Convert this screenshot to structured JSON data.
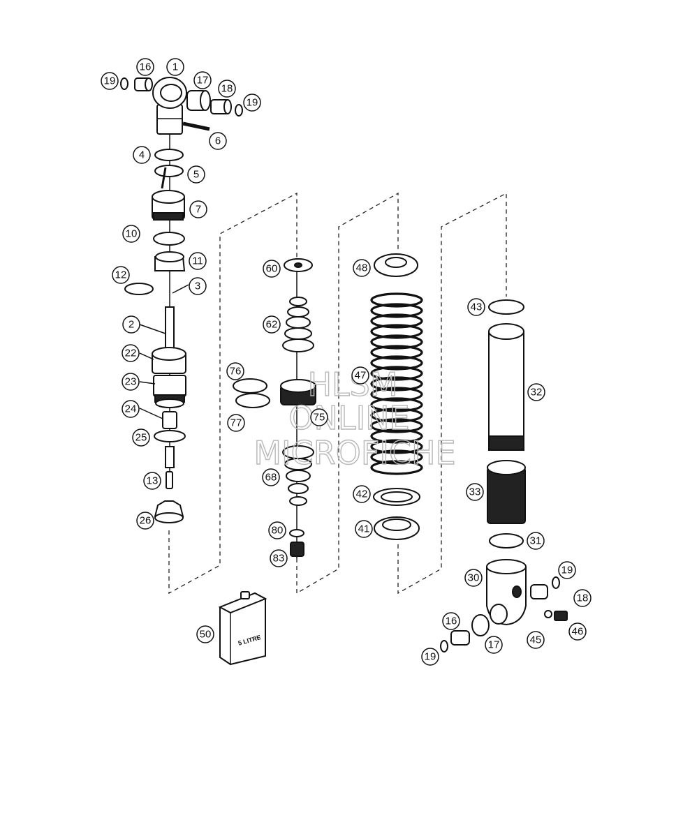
{
  "watermark": {
    "line1": "HLSM",
    "line2": "ONLINE",
    "line3": "MICROFICHE"
  },
  "can_label": "5 LITRE",
  "callouts": {
    "c1": "1",
    "c2": "2",
    "c3": "3",
    "c4": "4",
    "c5": "5",
    "c6": "6",
    "c7": "7",
    "c10": "10",
    "c11": "11",
    "c12": "12",
    "c13": "13",
    "c16a": "16",
    "c17a": "17",
    "c18a": "18",
    "c19a": "19",
    "c19b": "19",
    "c22": "22",
    "c23": "23",
    "c24": "24",
    "c25": "25",
    "c26": "26",
    "c60": "60",
    "c62": "62",
    "c68": "68",
    "c75": "75",
    "c76": "76",
    "c77": "77",
    "c80": "80",
    "c83": "83",
    "c50": "50",
    "c48": "48",
    "c47": "47",
    "c42": "42",
    "c41": "41",
    "c43": "43",
    "c32": "32",
    "c33": "33",
    "c31": "31",
    "c30": "30",
    "c19c": "19",
    "c18b": "18",
    "c16b": "16",
    "c17b": "17",
    "c19d": "19",
    "c45": "45",
    "c46": "46"
  }
}
